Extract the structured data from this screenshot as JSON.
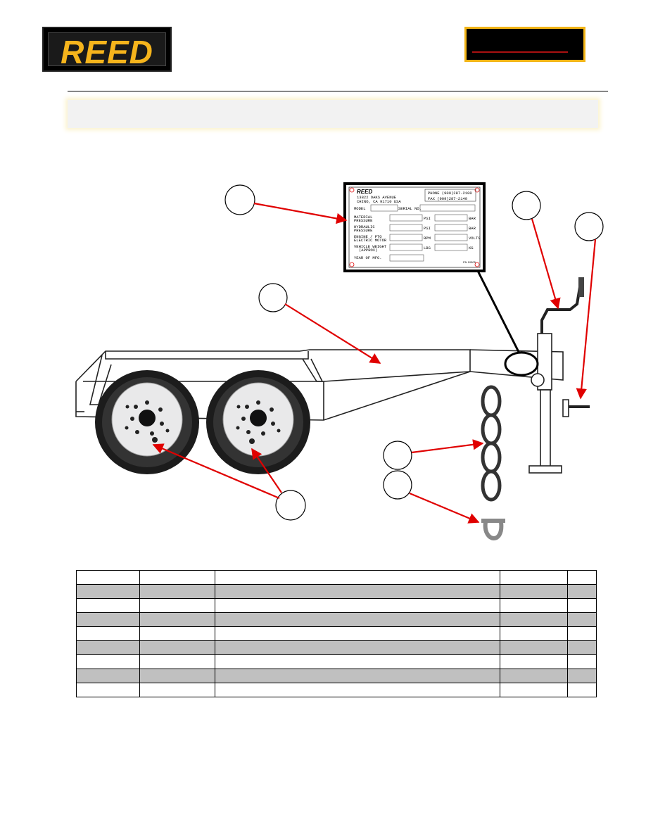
{
  "logo": {
    "text": "REED"
  },
  "nameplate": {
    "brand": "REED",
    "address_line1": "13822 OAKS AVENUE",
    "address_line2": "CHINO, CA 91710 USA",
    "phone": "PHONE (909)287-2100",
    "fax": "FAX  (909)287-2140",
    "model_label": "MODEL",
    "serial_label": "SERIAL NO.",
    "rows": [
      {
        "label1": "MATERIAL",
        "label2": "PRESSURE",
        "unit1": "PSI",
        "unit2": "BAR"
      },
      {
        "label1": "HYDRAULIC",
        "label2": "PRESSURE",
        "unit1": "PSI",
        "unit2": "BAR"
      },
      {
        "label1": "ENGINE / PTO",
        "label2": "ELECTRIC MOTOR",
        "unit1": "RPM",
        "unit2": "VOLTS"
      },
      {
        "label1": "VEHICLE WEIGHT",
        "label2": "(APPROX)",
        "unit1": "LBS",
        "unit2": "KG"
      }
    ],
    "year_label": "YEAR OF MFG.",
    "part_no": "PN 10505"
  },
  "colors": {
    "accent": "#f2b416",
    "callout": "#e00000"
  }
}
